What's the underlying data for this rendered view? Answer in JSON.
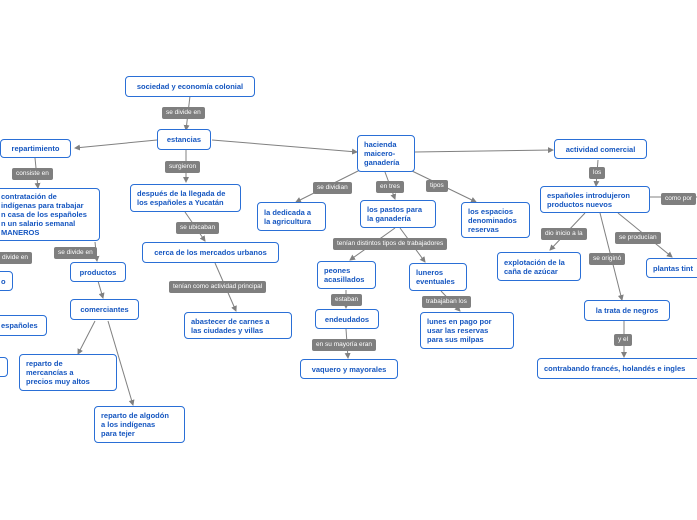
{
  "colors": {
    "node_border": "#2a6fd6",
    "node_text": "#1556c0",
    "label_bg": "#7f7f7f",
    "line": "#808080"
  },
  "nodes": {
    "root": "sociedad y economía colonial",
    "estancias": "estancias",
    "hacienda": "hacienda\nmaicero-\nganadería",
    "actividad": "actividad comercial",
    "repartimiento": "repartimiento",
    "contratacion": "contratación de\nindígenas para trabajar\nn casa de los españoles\nn un salario semanal\nMANEROS",
    "despues": "después de la llegada de\nlos españoles a Yucatán",
    "cerca": "cerca de los mercados urbanos",
    "abastecer": "abastecer de carnes a\nlas ciudades y villas",
    "dedicada": "la dedicada a\nla agricultura",
    "pastos": "los pastos para\nla ganadería",
    "espacios": "los espacios\ndenominados\nreservas",
    "peones": "peones\nacasillados",
    "endeudados": "endeudados",
    "vaquero": "vaquero y mayorales",
    "luneros": "luneros\neventuales",
    "lunes": "lunes en pago por\nusar las reservas\npara sus milpas",
    "productos": "productos",
    "comerciantes": "comerciantes",
    "reparto_merc": "reparto de\nmercancías a\nprecios muy altos",
    "reparto_alg": "reparto de algodón\na los indígenas\npara tejer",
    "espanoles_left": "españoles",
    "o_small": "o",
    "esp_intro": "españoles introdujeron\nproductos nuevos",
    "explotacion": "explotación de la\ncaña de azúcar",
    "plantas": "plantas tint",
    "trata": "la trata de negros",
    "contrabando": "contrabando francés, holandés e ingles"
  },
  "labels": {
    "se_divide_en": "se divide en",
    "surgieron": "surgieron",
    "consiste_en": "consiste en",
    "se_divide_en_left": "se divide en",
    "divide_en": "divide en",
    "se_ubicaban": "se ubicaban",
    "tenian_actividad": "tenían como actividad principal",
    "se_dividian": "se dividian",
    "en_tres": "en tres",
    "tipos": "tipos",
    "tenian_tipos": "tenían distintos tipos de trabajadores",
    "estaban": "estaban",
    "en_su_mayoria": "en su mayoría eran",
    "trabajaban_los": "trabajaban los",
    "los": "los",
    "como_por": "como por",
    "dio_inicio": "dio inicio a la",
    "se_producian": "se producían",
    "se_origino": "se originó",
    "y_el": "y el"
  }
}
